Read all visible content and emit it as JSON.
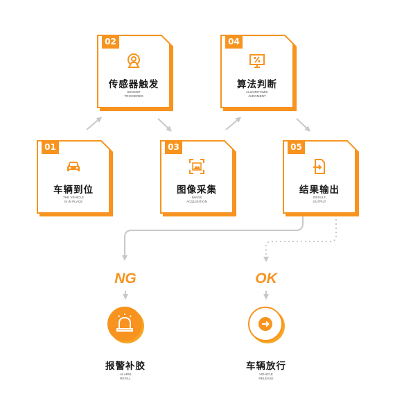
{
  "steps": [
    {
      "num": "01",
      "title": "车辆到位",
      "sub1": "THE VEHICLE",
      "sub2": "IS IN PLACE",
      "icon": "car-icon"
    },
    {
      "num": "02",
      "title": "传感器触发",
      "sub1": "SENSOR",
      "sub2": "TRIGGERED",
      "icon": "sensor-icon"
    },
    {
      "num": "03",
      "title": "图像采集",
      "sub1": "IMAGE",
      "sub2": "ACQUISITION",
      "icon": "image-icon"
    },
    {
      "num": "04",
      "title": "算法判断",
      "sub1": "ALGORITHMIC",
      "sub2": "JUDGMENT",
      "icon": "percent-monitor-icon"
    },
    {
      "num": "05",
      "title": "结果输出",
      "sub1": "RESULT",
      "sub2": "OUTPUT",
      "icon": "output-icon"
    }
  ],
  "outcomes": {
    "ng": {
      "label": "NG",
      "title": "报警补胶",
      "sub1": "ALARM",
      "sub2": "REFILL",
      "icon": "alarm-icon"
    },
    "ok": {
      "label": "OK",
      "title": "车辆放行",
      "sub1": "VEHICLE",
      "sub2": "RELEASE",
      "icon": "arrow-right-icon"
    }
  },
  "colors": {
    "accent": "#f7931e",
    "arrow": "#c8c8c8",
    "text": "#1a1a1a"
  }
}
